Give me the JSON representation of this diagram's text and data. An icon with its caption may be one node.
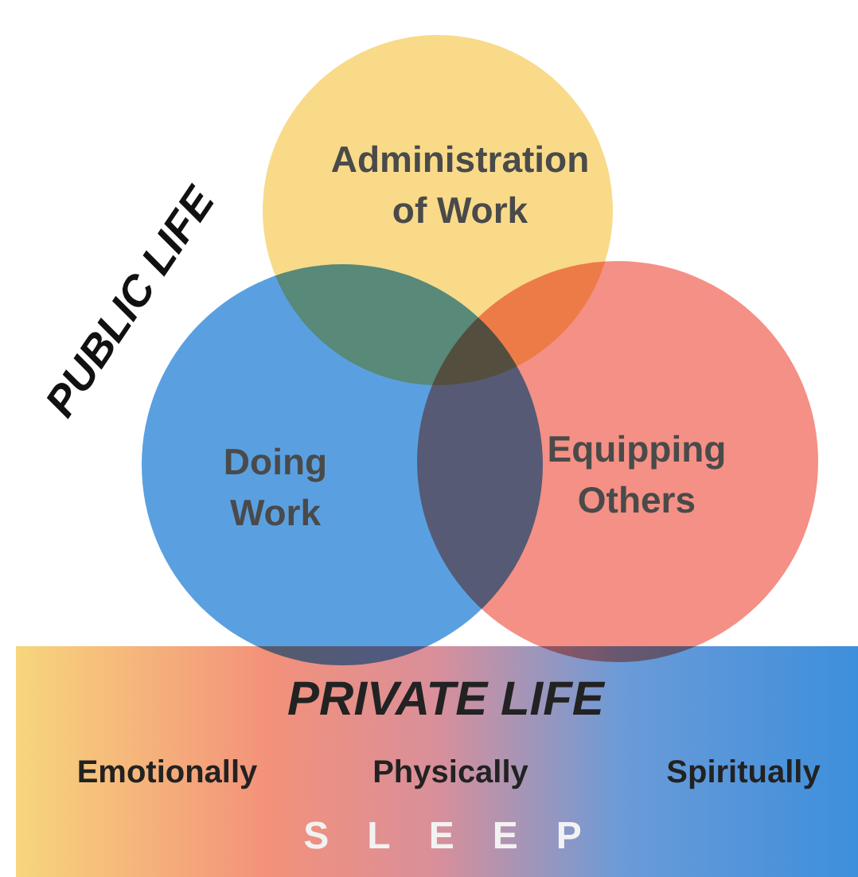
{
  "diagram": {
    "nodes": [
      {
        "text": [
          "Administration of Work"
        ]
      },
      {
        "text": [
          "Doing Work"
        ]
      },
      {
        "text": [
          "Equipping Others"
        ]
      },
      {
        "text": [
          "PRIVATE LIFE",
          "Emotionally",
          "Physically",
          "Spiritually",
          "SLEEP"
        ]
      }
    ],
    "labels": [
      "PUBLIC LIFE"
    ]
  }
}
